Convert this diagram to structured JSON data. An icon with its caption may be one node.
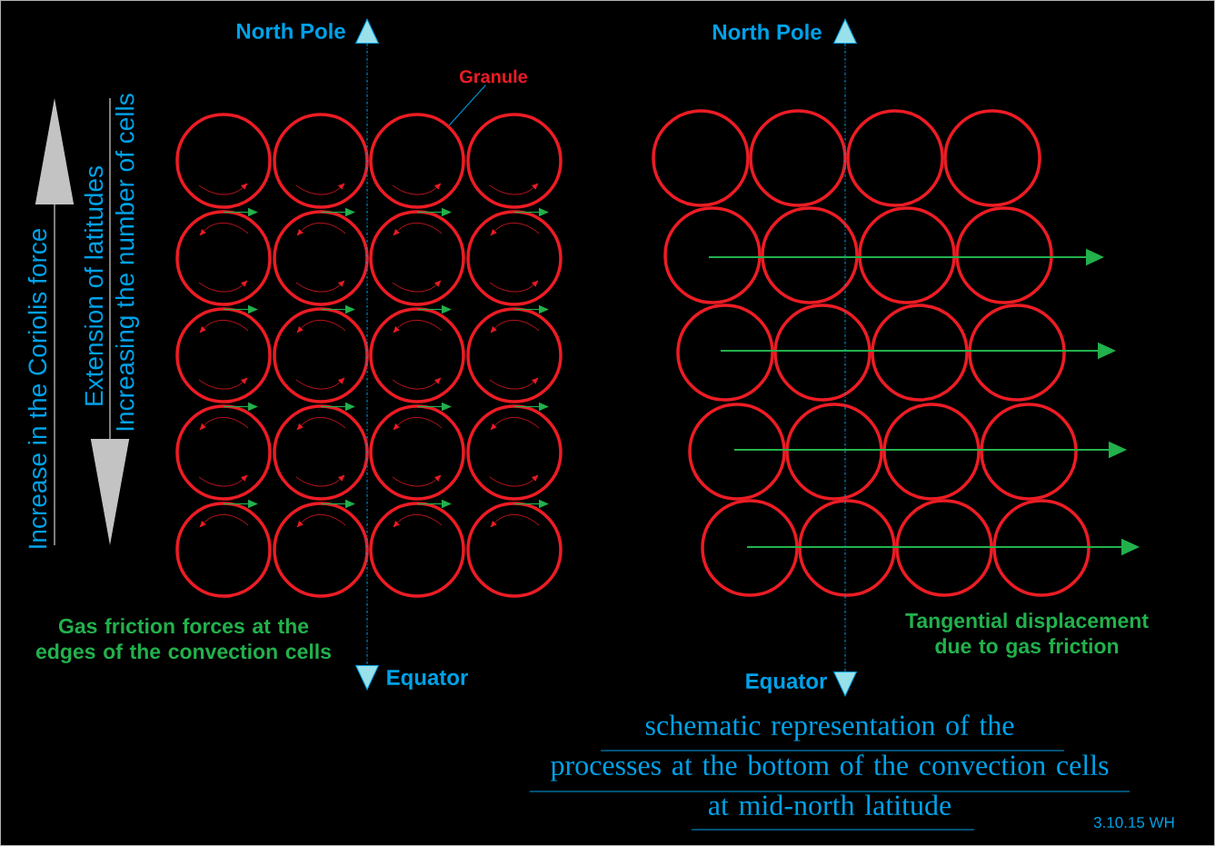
{
  "diagram": {
    "caption": "schematic representation of the processes at the bottom of the convection cells at mid-north latitude",
    "nodes": [
      {
        "text": [
          "Granule"
        ]
      },
      {
        "text": [],
        "shape": "circle"
      }
    ],
    "edges": [
      {
        "from": 0,
        "to": 1,
        "arrow": "none"
      }
    ],
    "labels": [
      "North Pole",
      "North Pole",
      "Increase in the Coriolis force",
      "Extension of latitudes",
      "Increasing the number of cells",
      "Gas friction forces at the edges of the convection cells",
      "Tangential displacement due to gas friction",
      "Equator",
      "Equator",
      "3.10.15 WH"
    ]
  }
}
